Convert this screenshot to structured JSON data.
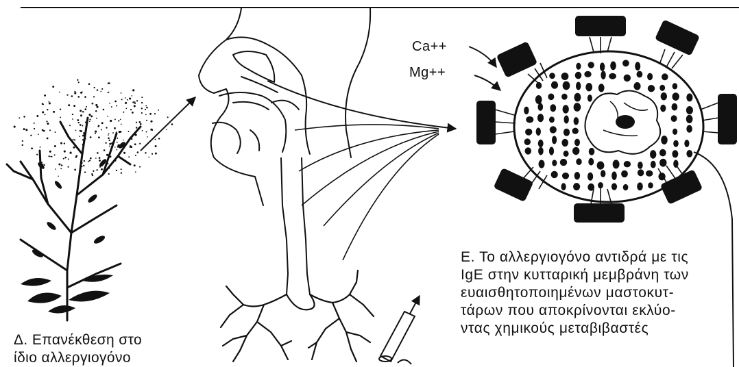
{
  "labels": {
    "ca_ion": "Ca++",
    "mg_ion": "Mg++"
  },
  "caption_d": {
    "line1": "Δ. Επανέκθεση στο",
    "line2": "ίδιο αλλεργιογόνο"
  },
  "caption_e": {
    "line1": "Ε. Το αλλεργιογόνο αντιδρά με τις",
    "line2": "IgE στην κυτταρική μεμβράνη των",
    "line3": "ευαισθητοποιημένων  μαστοκυτ-",
    "line4": "τάρων που αποκρίνονται εκλύο-",
    "line5": "ντας χημικούς μεταβιβαστές"
  },
  "colors": {
    "ink": "#111111",
    "paper": "#ffffff"
  }
}
